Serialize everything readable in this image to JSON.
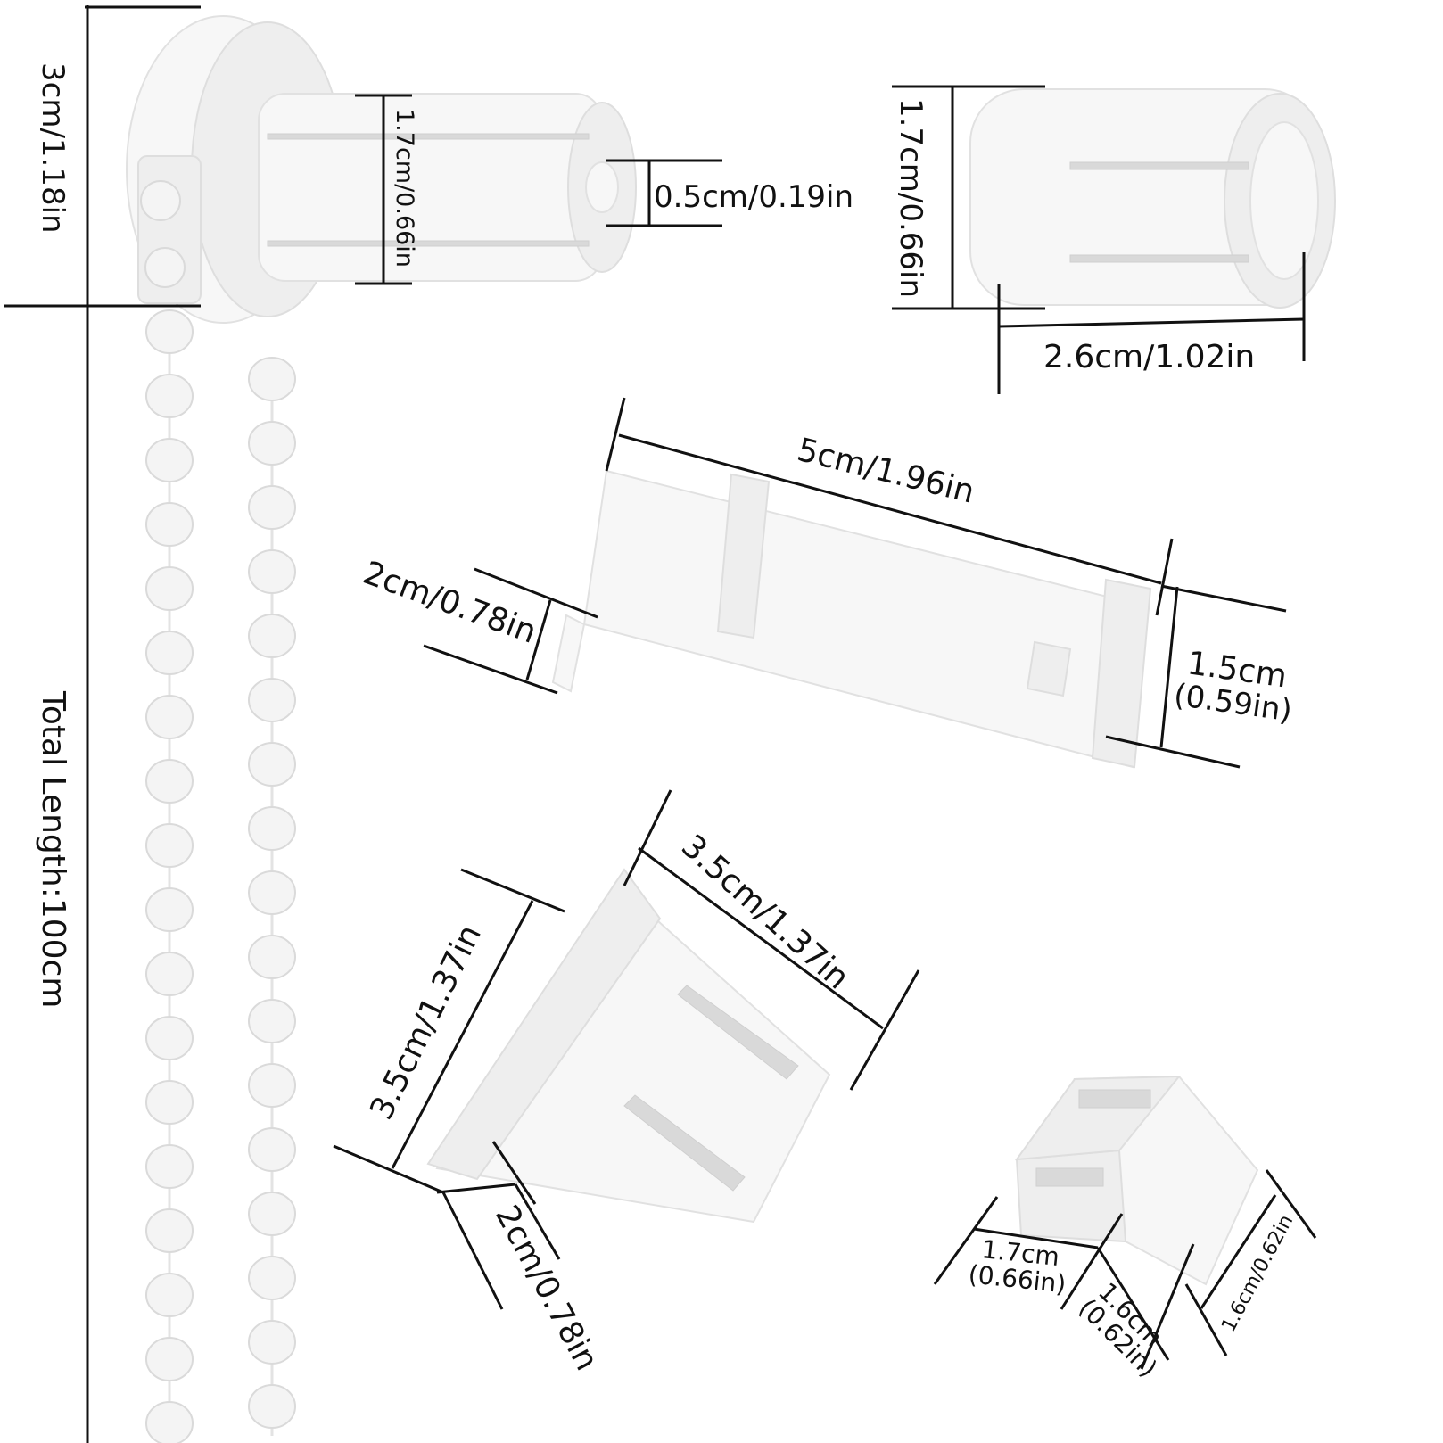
{
  "labels": {
    "bracket_height": "3cm/1.18in",
    "total_length": "Total Length:100cm",
    "clutch_diameter": "1.7cm/0.66in",
    "clutch_pin": "0.5cm/0.19in",
    "sleeve_diameter": "1.7cm/0.66in",
    "sleeve_length": "2.6cm/1.02in",
    "bracket_length": "5cm/1.96in",
    "bracket_depth": "2cm/0.78in",
    "bracket_height_line1": "1.5cm",
    "bracket_height_line2": "(0.59in)",
    "plug_width": "3.5cm/1.37in",
    "plug_height": "3.5cm/1.37in",
    "plug_depth": "2cm/0.78in",
    "clip_a_line1": "1.7cm",
    "clip_a_line2": "(0.66in)",
    "clip_b_line1": "1.6cm",
    "clip_b_line2": "(0.62in)",
    "clip_c": "1.6cm/0.62in"
  },
  "colors": {
    "background": "#ffffff",
    "lines": "#111111",
    "parts": "#f7f7f7"
  }
}
